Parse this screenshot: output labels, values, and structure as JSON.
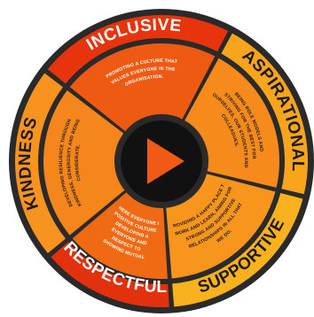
{
  "colors": {
    "ring_orange": "#f7931e",
    "ring_red": "#e8340c",
    "deep_red": "#c41a0a",
    "gold": "#f9b21d",
    "dark": "#1a1a1a",
    "play_center": "#111111",
    "play_triangle": "#f05a14"
  },
  "play_button": {
    "icon": "play-icon"
  },
  "segments": [
    {
      "id": "kindness",
      "label": "KINDNESS",
      "text": "DEVELOPING RESILIENCE THROUGH KINDNESS, GENEROSITY AND BEING CONSIDERATE.",
      "label_color": "#1a1a1a",
      "text_color": "#1a1a1a"
    },
    {
      "id": "inclusive",
      "label": "INCLUSIVE",
      "text": "PROMOTING A CULTURE THAT VALUES EVERYONE IN THE ORGANISATION.",
      "label_color": "#ffffff",
      "text_color": "#ffffff"
    },
    {
      "id": "aspirational",
      "label": "ASPIRATIONAL",
      "text": "BEING ROLE MODELS AND STRIVING FOR THE BEST FOR OURSELVES, OUR STUDENTS AND COLLEAGUES.",
      "label_color": "#1a1a1a",
      "text_color": "#1a1a1a"
    },
    {
      "id": "supportive",
      "label": "SUPPORTIVE",
      "text": "PROVIDING A HAPPY PLACE TO WORK AND LEARN, AIMING FOR STRONG AND SUPPORTIVE RELATIONSHIPS IN ALL THAT WE DO.",
      "label_color": "#1a1a1a",
      "text_color": "#1a1a1a"
    },
    {
      "id": "respectful",
      "label": "RESPECTFUL",
      "text": "SHOWING MUTUAL RESPECT TO EVERYONE AND DEVELOPING A POSITIVE CULTURE WHERE EVERYONE IS TREATED FAIRLY AND GIVEN OPPORTUNITIES TO PERFORM AT THEIR BEST.",
      "label_color": "#ffffff",
      "text_color": "#ffffff"
    }
  ]
}
